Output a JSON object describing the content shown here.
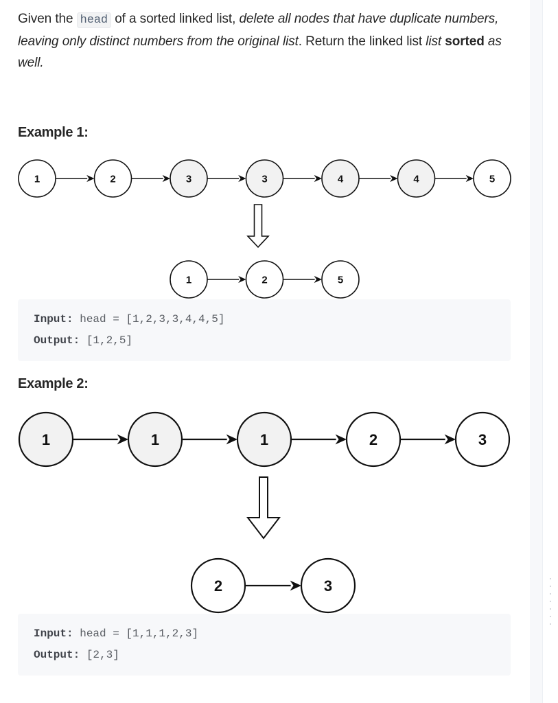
{
  "description": {
    "p1": "Given the ",
    "code": "head",
    "p2": " of a sorted linked list, ",
    "italic1": "delete all nodes that have duplicate numbers, leaving only distinct numbers from the original list",
    "p3": ". Return the linked list ",
    "italic2": "list",
    "bold": "sorted",
    "italic3": " as well."
  },
  "examples": [
    {
      "heading": "Example 1:",
      "input_label": "Input:",
      "input_value": " head = [1,2,3,3,4,4,5]",
      "output_label": "Output:",
      "output_value": " [1,2,5]",
      "figure": {
        "top_nodes": [
          {
            "label": "1",
            "removed": false
          },
          {
            "label": "2",
            "removed": false
          },
          {
            "label": "3",
            "removed": true
          },
          {
            "label": "3",
            "removed": true
          },
          {
            "label": "4",
            "removed": true
          },
          {
            "label": "4",
            "removed": true
          },
          {
            "label": "5",
            "removed": false
          }
        ],
        "bottom_nodes": [
          {
            "label": "1",
            "removed": false
          },
          {
            "label": "2",
            "removed": false
          },
          {
            "label": "5",
            "removed": false
          }
        ]
      }
    },
    {
      "heading": "Example 2:",
      "input_label": "Input:",
      "input_value": " head = [1,1,1,2,3]",
      "output_label": "Output:",
      "output_value": " [2,3]",
      "figure": {
        "top_nodes": [
          {
            "label": "1",
            "removed": true
          },
          {
            "label": "1",
            "removed": true
          },
          {
            "label": "1",
            "removed": true
          },
          {
            "label": "2",
            "removed": false
          },
          {
            "label": "3",
            "removed": false
          }
        ],
        "bottom_nodes": [
          {
            "label": "2",
            "removed": false
          },
          {
            "label": "3",
            "removed": false
          }
        ]
      }
    }
  ],
  "colors": {
    "text": "#262626",
    "removed_fill": "#f2f2f2",
    "kept_fill": "#ffffff",
    "stroke": "#111111",
    "code_bg": "#f7f8fa"
  }
}
